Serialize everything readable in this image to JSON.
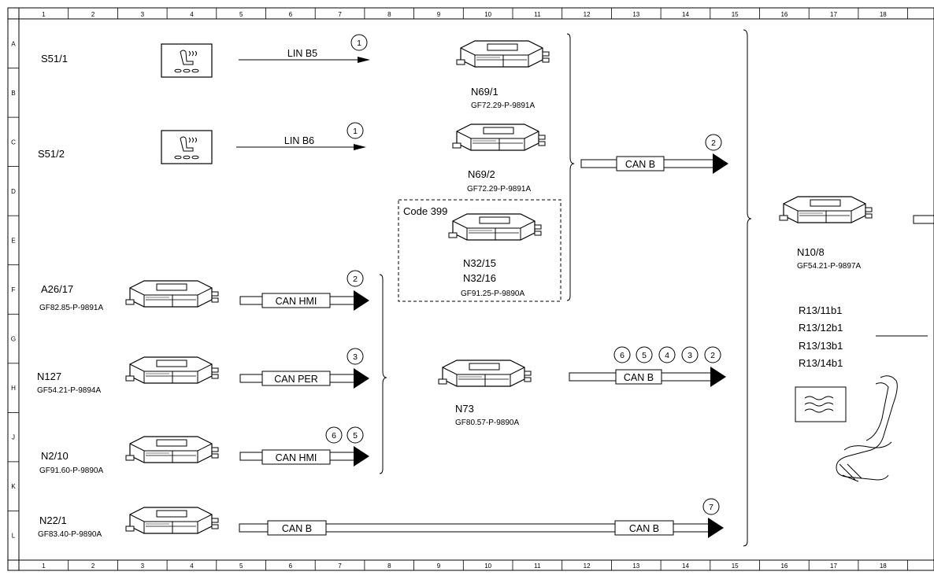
{
  "ruler": {
    "columns": [
      "1",
      "2",
      "3",
      "4",
      "5",
      "6",
      "7",
      "8",
      "9",
      "10",
      "11",
      "12",
      "13",
      "14",
      "15",
      "16",
      "17",
      "18"
    ],
    "rows": [
      "A",
      "B",
      "C",
      "D",
      "E",
      "F",
      "G",
      "H",
      "J",
      "K",
      "L"
    ]
  },
  "switches": [
    {
      "label": "S51/1",
      "bus": "LIN B5",
      "ref": "1"
    },
    {
      "label": "S51/2",
      "bus": "LIN B6",
      "ref": "1"
    }
  ],
  "modules": {
    "n69_1": {
      "label": "N69/1",
      "code": "GF72.29-P-9891A"
    },
    "n69_2": {
      "label": "N69/2",
      "code": "GF72.29-P-9891A"
    },
    "n32": {
      "group": "Code 399",
      "label1": "N32/15",
      "label2": "N32/16",
      "code": "GF91.25-P-9890A"
    },
    "n10_8": {
      "label": "N10/8",
      "code": "GF54.21-P-9897A"
    },
    "a26_17": {
      "label": "A26/17",
      "code": "GF82.85-P-9891A",
      "bus": "CAN HMI",
      "refs": [
        "2"
      ]
    },
    "n127": {
      "label": "N127",
      "code": "GF54.21-P-9894A",
      "bus": "CAN PER",
      "refs": [
        "3"
      ]
    },
    "n2_10": {
      "label": "N2/10",
      "code": "GF91.60-P-9890A",
      "bus": "CAN HMI",
      "refs": [
        "6",
        "5"
      ]
    },
    "n73": {
      "label": "N73",
      "code": "GF80.57-P-9890A",
      "bus": "CAN B",
      "refs": [
        "6",
        "5",
        "4",
        "3",
        "2"
      ]
    },
    "n22_1": {
      "label": "N22/1",
      "code": "GF83.40-P-9890A",
      "bus_start": "CAN B",
      "bus_end": "CAN B",
      "refs": [
        "7"
      ]
    }
  },
  "upper_bus": {
    "label": "CAN B",
    "ref": "2"
  },
  "seat_heaters": [
    "R13/11b1",
    "R13/12b1",
    "R13/13b1",
    "R13/14b1"
  ]
}
